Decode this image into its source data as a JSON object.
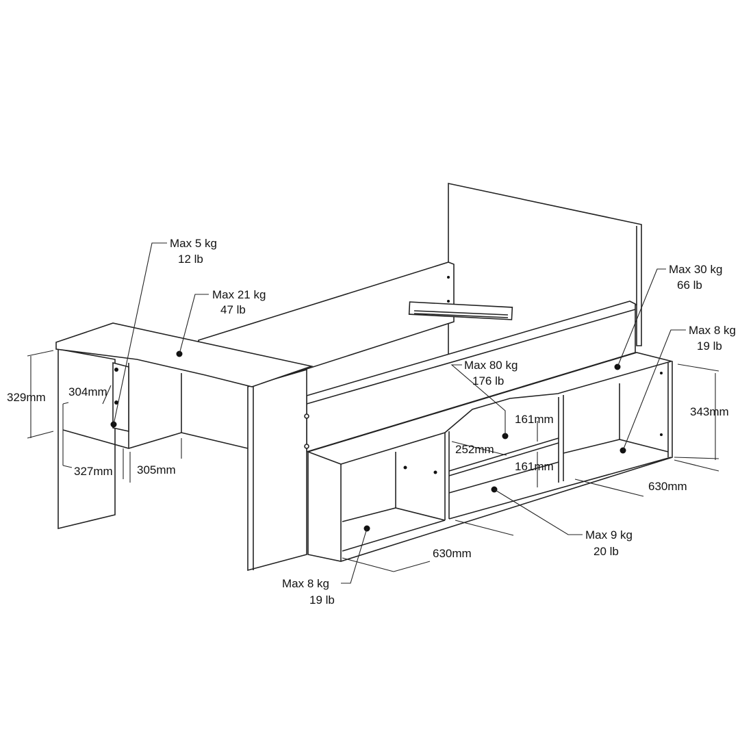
{
  "loads": [
    {
      "kg": "Max 5 kg",
      "lb": "12 lb"
    },
    {
      "kg": "Max 21 kg",
      "lb": "47 lb"
    },
    {
      "kg": "Max 80 kg",
      "lb": "176 lb"
    },
    {
      "kg": "Max 30 kg",
      "lb": "66 lb"
    },
    {
      "kg": "Max 8 kg",
      "lb": "19 lb"
    },
    {
      "kg": "Max 9 kg",
      "lb": "20 lb"
    },
    {
      "kg": "Max 8 kg",
      "lb": "19 lb"
    }
  ],
  "dimensions": {
    "desk_height": "329mm",
    "desk_shelf_depth": "304mm",
    "desk_shelf_width": "327mm",
    "desk_gap": "305mm",
    "middle_shelf_height_upper": "161mm",
    "middle_shelf_depth": "252mm",
    "middle_shelf_height_lower": "161mm",
    "right_cabinet_height": "343mm",
    "right_cabinet_width": "630mm",
    "left_cabinet_width": "630mm"
  },
  "colors": {
    "line": "#222222",
    "background": "#ffffff"
  }
}
